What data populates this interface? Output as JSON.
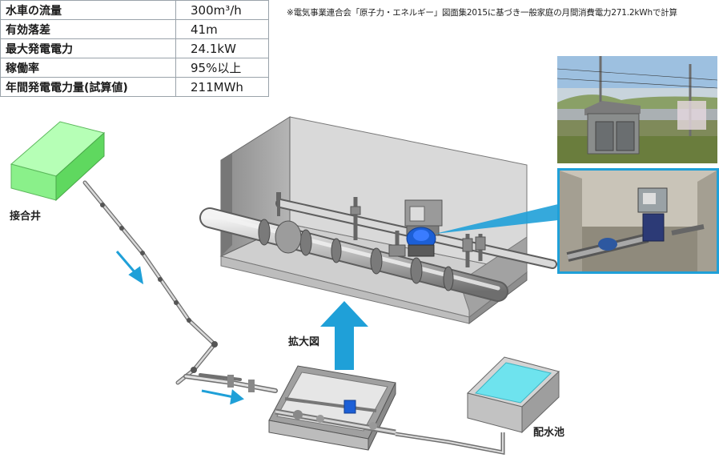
{
  "specs": [
    {
      "label": "水車の流量",
      "value": "300m³/h"
    },
    {
      "label": "有効落差",
      "value": "41m"
    },
    {
      "label": "最大発電電力",
      "value": "24.1kW"
    },
    {
      "label": "稼働率",
      "value": "95%以上"
    },
    {
      "label": "年間発電電力量(試算値)",
      "value": "211MWh"
    }
  ],
  "note": "※電気事業連合会「原子力・エネルギー」図面集2015に基づき一般家庭の月間消費電力271.2kWhで計算",
  "labels": {
    "junction_well": "接合井",
    "enlarged_view": "拡大図",
    "distribution_reservoir": "配水池"
  },
  "colors": {
    "well_green": "#7ef07e",
    "flow_arrow": "#1fa0d8",
    "water": "#6ee3ee",
    "concrete": "#c8c8c8",
    "turbine_blue": "#1c5fd6"
  }
}
